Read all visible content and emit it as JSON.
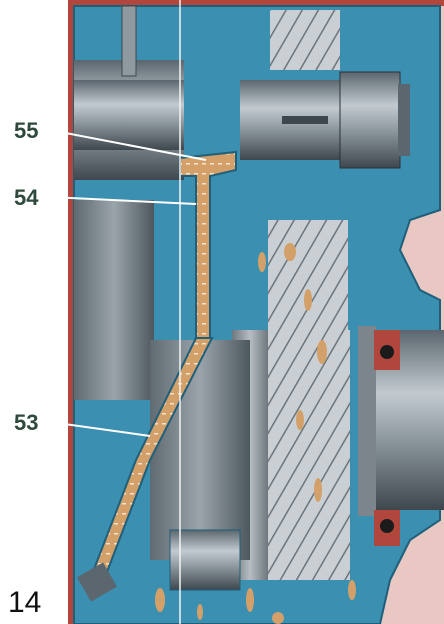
{
  "figure": {
    "page_number": "14",
    "callouts": [
      {
        "id": "55",
        "text": "55"
      },
      {
        "id": "54",
        "text": "54"
      },
      {
        "id": "53",
        "text": "53"
      }
    ]
  },
  "colors": {
    "casing_blue": "#3b8fb0",
    "casing_dark": "#1f5f7a",
    "metal_gray": "#8f9aa0",
    "metal_dark": "#55606a",
    "oil_tan": "#d4a06a",
    "background_pink": "#e9c8c4",
    "frame_red": "#b0463c",
    "label_green": "#2f4a3d"
  }
}
